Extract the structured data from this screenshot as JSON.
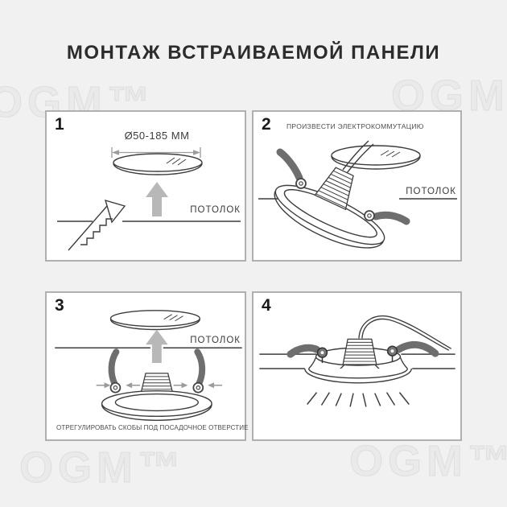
{
  "title": "МОНТАЖ ВСТРАИВАЕМОЙ ПАНЕЛИ",
  "watermark": {
    "text": "OGM™"
  },
  "labels": {
    "ceiling": "ПОТОЛОК",
    "diameter_range": "Ø50-185 ММ"
  },
  "steps": [
    {
      "number": "1",
      "caption": ""
    },
    {
      "number": "2",
      "caption": "ПРОИЗВЕСТИ ЭЛЕКТРОКОММУТАЦИЮ"
    },
    {
      "number": "3",
      "caption": "ОТРЕГУЛИРОВАТЬ СКОБЫ ПОД ПОСАДОЧНОЕ ОТВЕРСТИЕ"
    },
    {
      "number": "4",
      "caption": ""
    }
  ],
  "colors": {
    "background": "#f1f1f1",
    "panel_bg": "#ffffff",
    "panel_border": "#b0b0b0",
    "line_art": "#3d3d3d",
    "arrow_gray": "#b8b8b8",
    "spring_gray": "#6e6e6e",
    "title_text": "#2c2c2c"
  }
}
